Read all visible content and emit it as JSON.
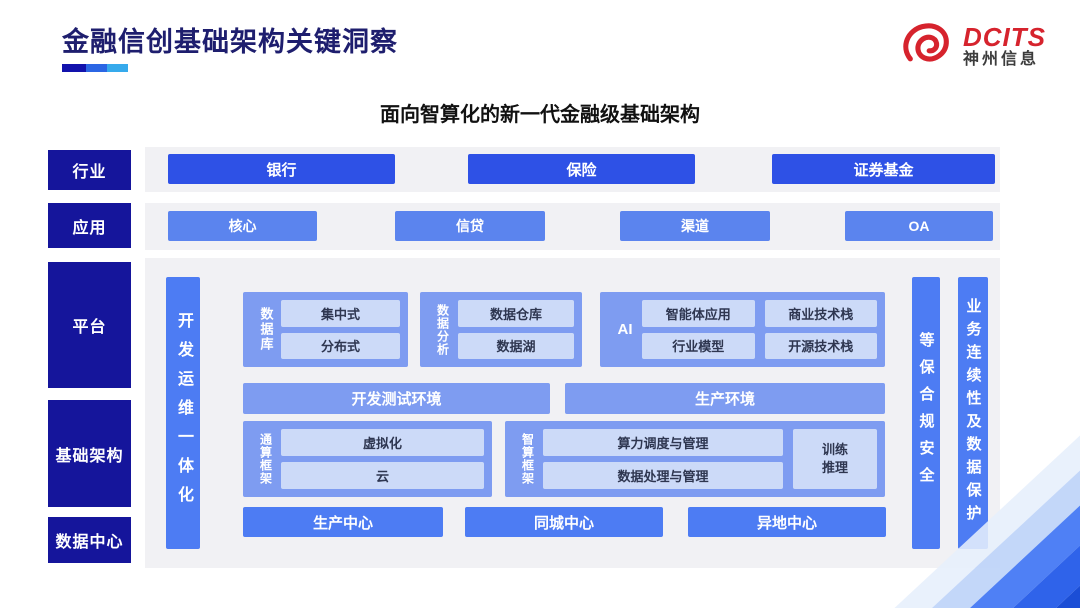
{
  "title": "金融信创基础架构关键洞察",
  "logo": {
    "brand": "DCITS",
    "company": "神州信息"
  },
  "subtitle": "面向智算化的新一代金融级基础架构",
  "layers": [
    "行业",
    "应用",
    "平台",
    "基础架构",
    "数据中心"
  ],
  "industry": [
    "银行",
    "保险",
    "证券基金"
  ],
  "applications": [
    "核心",
    "信贷",
    "渠道",
    "OA"
  ],
  "platform": {
    "devops_bar": "开发运维一体化",
    "database": {
      "label": "数据库",
      "items": [
        "集中式",
        "分布式"
      ]
    },
    "analytics": {
      "label": "数据分析",
      "items": [
        "数据仓库",
        "数据湖"
      ]
    },
    "ai": {
      "label": "AI",
      "items": [
        "智能体应用",
        "商业技术栈",
        "行业模型",
        "开源技术栈"
      ]
    },
    "environments": [
      "开发测试环境",
      "生产环境"
    ],
    "general_fw": {
      "label": "通算框架",
      "items": [
        "虚拟化",
        "云"
      ]
    },
    "ai_fw": {
      "label": "智算框架",
      "items": [
        "算力调度与管理",
        "数据处理与管理"
      ],
      "side": "训练\n推理"
    },
    "centers": [
      "生产中心",
      "同城中心",
      "异地中心"
    ],
    "security_bars": [
      "等保合规安全",
      "业务连续性及数据保护"
    ]
  },
  "colors": {
    "navy_label": "#15159B",
    "royal_button": "#2E51E6",
    "light_button": "#5B84EE",
    "bright_bar": "#4D7CF3",
    "group_container": "#7E9CF1",
    "inner_box": "#CCDAF8",
    "panel_bg": "#F1F1F4",
    "title_navy": "#1E1E6E",
    "logo_red": "#D6232D"
  }
}
